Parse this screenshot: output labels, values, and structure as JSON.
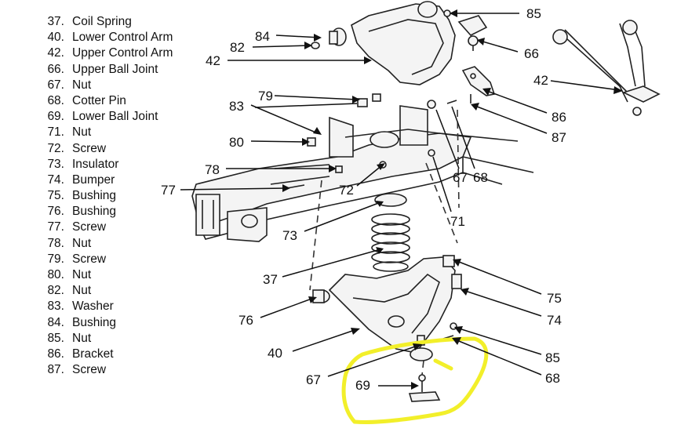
{
  "legend": [
    {
      "num": "37.",
      "label": "Coil Spring"
    },
    {
      "num": "40.",
      "label": "Lower Control Arm"
    },
    {
      "num": "42.",
      "label": "Upper Control Arm"
    },
    {
      "num": "66.",
      "label": "Upper Ball Joint"
    },
    {
      "num": "67.",
      "label": "Nut"
    },
    {
      "num": "68.",
      "label": "Cotter Pin"
    },
    {
      "num": "69.",
      "label": "Lower Ball Joint"
    },
    {
      "num": "71.",
      "label": "Nut"
    },
    {
      "num": "72.",
      "label": "Screw"
    },
    {
      "num": "73.",
      "label": "Insulator"
    },
    {
      "num": "74.",
      "label": "Bumper"
    },
    {
      "num": "75.",
      "label": "Bushing"
    },
    {
      "num": "76.",
      "label": "Bushing"
    },
    {
      "num": "77.",
      "label": "Screw"
    },
    {
      "num": "78.",
      "label": "Nut"
    },
    {
      "num": "79.",
      "label": "Screw"
    },
    {
      "num": "80.",
      "label": "Nut"
    },
    {
      "num": "82.",
      "label": "Nut"
    },
    {
      "num": "83.",
      "label": "Washer"
    },
    {
      "num": "84.",
      "label": "Bushing"
    },
    {
      "num": "85.",
      "label": "Nut"
    },
    {
      "num": "86.",
      "label": "Bracket"
    },
    {
      "num": "87.",
      "label": "Screw"
    }
  ],
  "callouts": {
    "c84": "84",
    "c82": "82",
    "c42a": "42",
    "c85a": "85",
    "c66": "66",
    "c42b": "42",
    "c86": "86",
    "c87": "87",
    "c79": "79",
    "c83": "83",
    "c80": "80",
    "c78": "78",
    "c77": "77",
    "c72": "72",
    "c67a": "67",
    "c68a": "68",
    "c71": "71",
    "c73": "73",
    "c37": "37",
    "c75": "75",
    "c74": "74",
    "c76": "76",
    "c40": "40",
    "c85b": "85",
    "c68b": "68",
    "c67b": "67",
    "c69": "69"
  },
  "colors": {
    "highlight": "#f2ef2a",
    "ink": "#111111"
  }
}
